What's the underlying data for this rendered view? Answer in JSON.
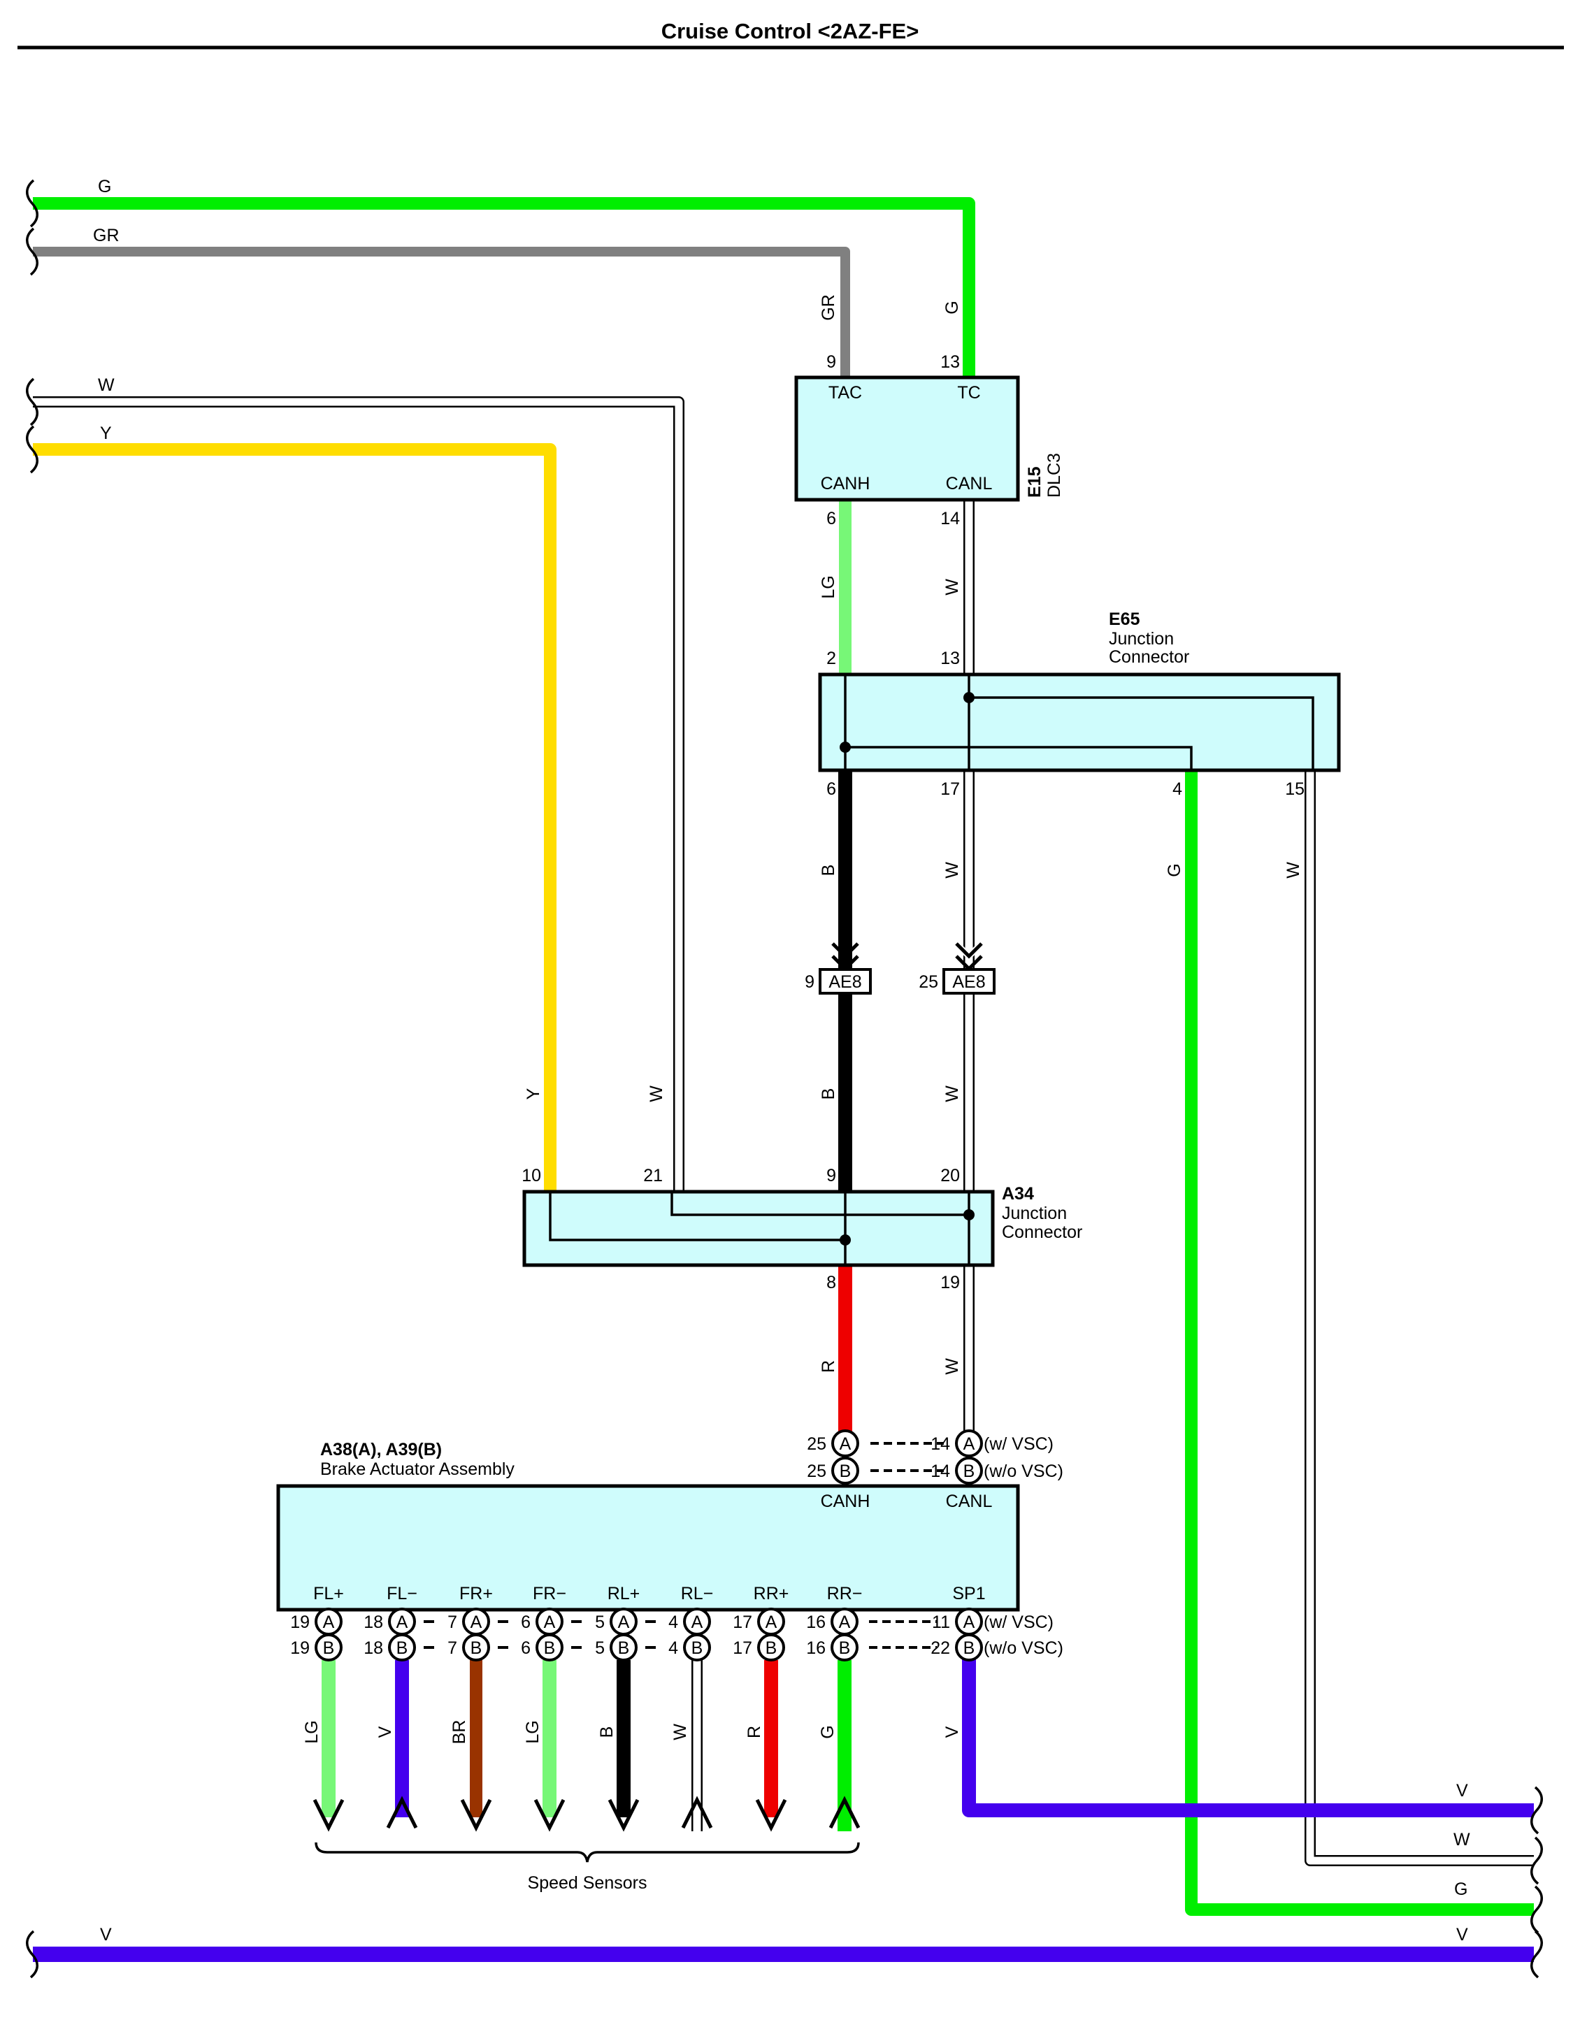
{
  "title": "Cruise Control <2AZ-FE>",
  "colors": {
    "G": "#00ee00",
    "GR": "#808080",
    "W": "#ffffff",
    "Y": "#ffdd00",
    "LG": "#77f777",
    "B": "#000000",
    "R": "#ee0000",
    "V": "#4400ee",
    "BR": "#993300",
    "box": "#cffcfc"
  },
  "wire_labels": {
    "g": "G",
    "gr": "GR",
    "w": "W",
    "y": "Y",
    "lg": "LG",
    "b": "B",
    "r": "R",
    "v": "V",
    "br": "BR"
  },
  "dlc3": {
    "id": "E15",
    "name": "DLC3",
    "pin_labels": {
      "tac": "TAC",
      "tc": "TC",
      "canh": "CANH",
      "canl": "CANL"
    },
    "pins": {
      "p9": "9",
      "p13": "13",
      "p6": "6",
      "p14": "14"
    }
  },
  "e65": {
    "id": "E65",
    "name_line1": "Junction",
    "name_line2": "Connector",
    "pins": {
      "p2": "2",
      "p13": "13",
      "p6": "6",
      "p17": "17",
      "p4": "4",
      "p15": "15"
    }
  },
  "ae8": {
    "label": "AE8",
    "pins": {
      "p9": "9",
      "p25": "25"
    }
  },
  "a34": {
    "id": "A34",
    "name_line1": "Junction",
    "name_line2": "Connector",
    "pins": {
      "p10": "10",
      "p21": "21",
      "p9": "9",
      "p20": "20",
      "p8": "8",
      "p19": "19"
    }
  },
  "brake_actuator": {
    "id": "A38(A), A39(B)",
    "name": "Brake Actuator Assembly",
    "canh": "CANH",
    "canl": "CANL",
    "variant_a": "A",
    "variant_b": "B",
    "w_vsc": "(w/ VSC)",
    "wo_vsc": "(w/o VSC)",
    "top_pins": {
      "canh_a": "25",
      "canh_b": "25",
      "canl_a": "14",
      "canl_b": "14"
    },
    "bottom_pins": [
      {
        "label": "FL+",
        "pin_a": "19",
        "pin_b": "19",
        "wire": "LG"
      },
      {
        "label": "FL−",
        "pin_a": "18",
        "pin_b": "18",
        "wire": "V"
      },
      {
        "label": "FR+",
        "pin_a": "7",
        "pin_b": "7",
        "wire": "BR"
      },
      {
        "label": "FR−",
        "pin_a": "6",
        "pin_b": "6",
        "wire": "LG"
      },
      {
        "label": "RL+",
        "pin_a": "5",
        "pin_b": "5",
        "wire": "B"
      },
      {
        "label": "RL−",
        "pin_a": "4",
        "pin_b": "4",
        "wire": "W"
      },
      {
        "label": "RR+",
        "pin_a": "17",
        "pin_b": "17",
        "wire": "R"
      },
      {
        "label": "RR−",
        "pin_a": "16",
        "pin_b": "16",
        "wire": "G"
      },
      {
        "label": "SP1",
        "pin_a": "11",
        "pin_b": "22",
        "wire": "V"
      }
    ],
    "speed_sensors": "Speed Sensors"
  }
}
